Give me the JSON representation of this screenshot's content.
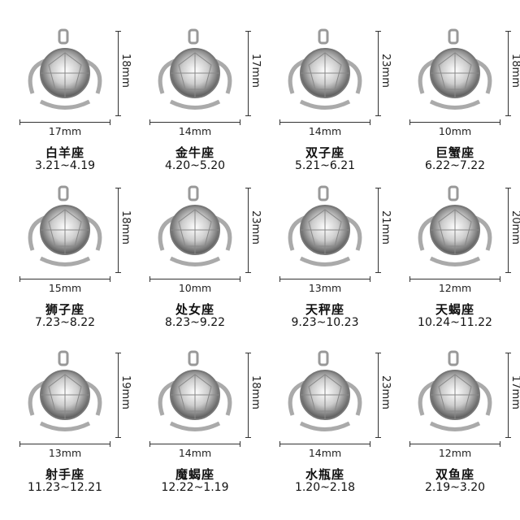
{
  "items": [
    {
      "name": "白羊座",
      "dates": "3.21~4.19",
      "width": "17mm",
      "height": "18mm"
    },
    {
      "name": "金牛座",
      "dates": "4.20~5.20",
      "width": "14mm",
      "height": "17mm"
    },
    {
      "name": "双子座",
      "dates": "5.21~6.21",
      "width": "14mm",
      "height": "23mm"
    },
    {
      "name": "巨蟹座",
      "dates": "6.22~7.22",
      "width": "10mm",
      "height": "18mm"
    },
    {
      "name": "狮子座",
      "dates": "7.23~8.22",
      "width": "15mm",
      "height": "18mm"
    },
    {
      "name": "处女座",
      "dates": "8.23~9.22",
      "width": "10mm",
      "height": "23mm"
    },
    {
      "name": "天秤座",
      "dates": "9.23~10.23",
      "width": "13mm",
      "height": "21mm"
    },
    {
      "name": "天蝎座",
      "dates": "10.24~11.22",
      "width": "12mm",
      "height": "20mm"
    },
    {
      "name": "射手座",
      "dates": "11.23~12.21",
      "width": "13mm",
      "height": "19mm"
    },
    {
      "name": "魔蝎座",
      "dates": "12.22~1.19",
      "width": "14mm",
      "height": "18mm"
    },
    {
      "name": "水瓶座",
      "dates": "1.20~2.18",
      "width": "14mm",
      "height": "23mm"
    },
    {
      "name": "双鱼座",
      "dates": "2.19~3.20",
      "width": "12mm",
      "height": "17mm"
    }
  ]
}
